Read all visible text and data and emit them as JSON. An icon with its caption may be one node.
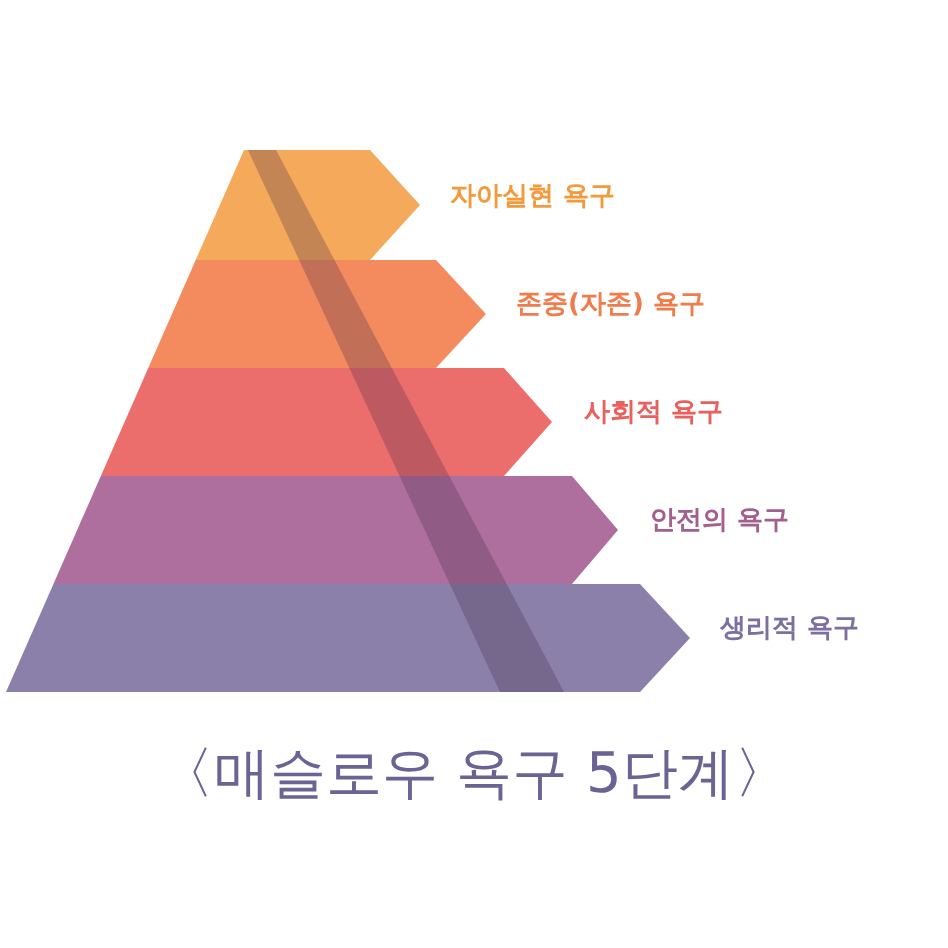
{
  "diagram": {
    "caption": "〈매슬로우 욕구 5단계〉",
    "nodes": [
      {
        "text": [
          "자아실현 욕구"
        ]
      },
      {
        "text": [
          "존중(자존) 욕구"
        ]
      },
      {
        "text": [
          "사회적 욕구"
        ]
      },
      {
        "text": [
          "안전의 욕구"
        ]
      },
      {
        "text": [
          "생리적 욕구"
        ]
      }
    ],
    "edges": []
  }
}
